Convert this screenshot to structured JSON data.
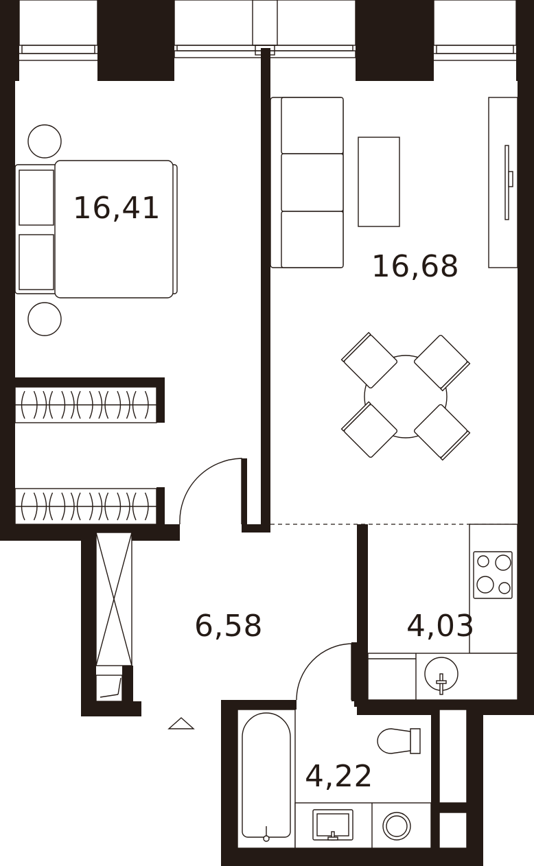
{
  "rooms": {
    "bedroom": {
      "area": "16,41"
    },
    "living_kitchen": {
      "area": "16,68"
    },
    "hallway": {
      "area": "6,58"
    },
    "kitchen": {
      "area": "4,03"
    },
    "bathroom": {
      "area": "4,22"
    }
  },
  "colors": {
    "wall": "#241a15",
    "background": "#ffffff"
  }
}
